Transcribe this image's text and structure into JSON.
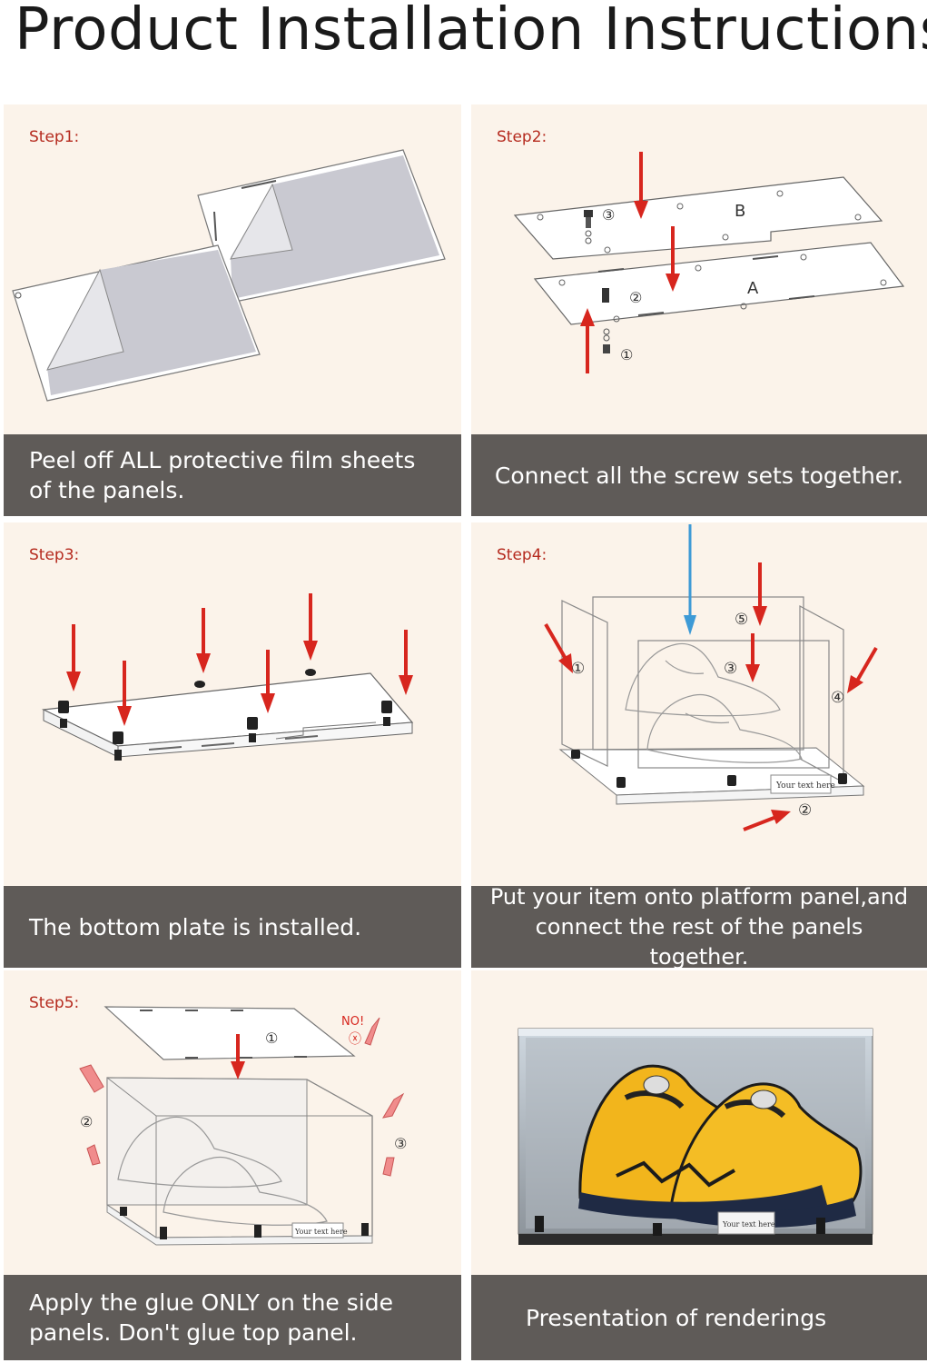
{
  "page": {
    "title": "Product Installation Instructions"
  },
  "colors": {
    "panel_bg": "#fbf3ea",
    "caption_bg": "#5f5b58",
    "step_label": "#b52a1e",
    "arrow_red": "#d7261e",
    "arrow_blue": "#3d9ad6",
    "shoe_yellow": "#f2b51c"
  },
  "steps": [
    {
      "label": "Step1:",
      "caption": "Peel off ALL protective film sheets of the panels."
    },
    {
      "label": "Step2:",
      "caption": "Connect all the screw sets together.",
      "markers": {
        "one": "①",
        "two": "②",
        "three": "③",
        "panel_a": "A",
        "panel_b": "B"
      }
    },
    {
      "label": "Step3:",
      "caption": "The bottom plate is installed."
    },
    {
      "label": "Step4:",
      "caption": "Put your item onto platform panel,and connect the rest of the panels together.",
      "markers": {
        "one": "①",
        "two": "②",
        "three": "③",
        "four": "④",
        "five": "⑤",
        "nameplate": "Your text here"
      }
    },
    {
      "label": "Step5:",
      "caption": "Apply the glue ONLY on the side panels.  Don't glue top panel.",
      "markers": {
        "one": "①",
        "two": "②",
        "three": "③",
        "no": "NO!",
        "x": "ⓧ",
        "nameplate": "Your text here"
      }
    },
    {
      "label": "",
      "caption": "Presentation of renderings",
      "markers": {
        "nameplate": "Your text here"
      }
    }
  ]
}
